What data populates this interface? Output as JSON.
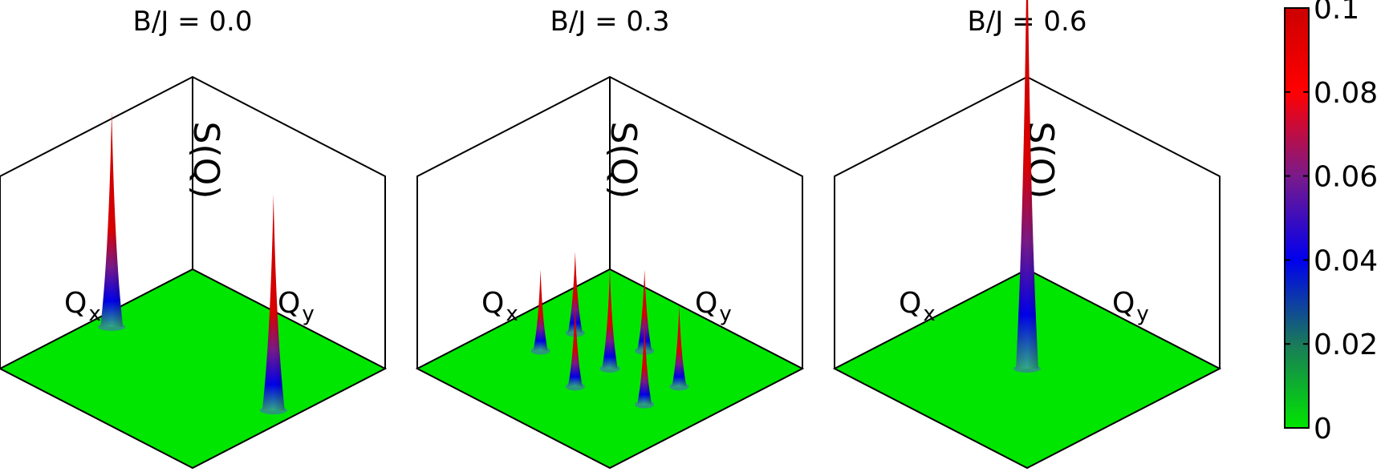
{
  "chart_data": {
    "type": "surface3d",
    "zlabel": "S(Q)",
    "xlabel": "Q",
    "xlabel_sub": "x",
    "ylabel": "Q",
    "ylabel_sub": "y",
    "colorbar": {
      "min": 0,
      "max": 0.1,
      "ticks": [
        "0",
        "0.02",
        "0.04",
        "0.06",
        "0.08",
        "0.1"
      ],
      "tick_values": [
        0,
        0.02,
        0.04,
        0.06,
        0.08,
        0.1
      ],
      "colormap": [
        "#00e600",
        "#1a7a5a",
        "#0000ee",
        "#7a1a8a",
        "#ff0000",
        "#cc0000"
      ]
    },
    "panels": [
      {
        "title": "B/J = 0.0",
        "peaks": [
          {
            "u": -0.21,
            "v": 0.21,
            "height": 0.12
          },
          {
            "u": 0.21,
            "v": -0.21,
            "height": 0.12
          }
        ]
      },
      {
        "title": "B/J = 0.3",
        "peaks": [
          {
            "u": -0.09,
            "v": 0.18,
            "height": 0.045
          },
          {
            "u": 0.09,
            "v": 0.09,
            "height": 0.045
          },
          {
            "u": 0.18,
            "v": -0.09,
            "height": 0.045
          },
          {
            "u": 0.09,
            "v": -0.18,
            "height": 0.045
          },
          {
            "u": -0.09,
            "v": -0.09,
            "height": 0.045
          },
          {
            "u": -0.18,
            "v": 0.09,
            "height": 0.045
          },
          {
            "u": 0.0,
            "v": 0.0,
            "height": 0.055
          }
        ]
      },
      {
        "title": "B/J = 0.6",
        "peaks": [
          {
            "u": 0.0,
            "v": 0.0,
            "height": 0.25
          }
        ]
      }
    ]
  }
}
